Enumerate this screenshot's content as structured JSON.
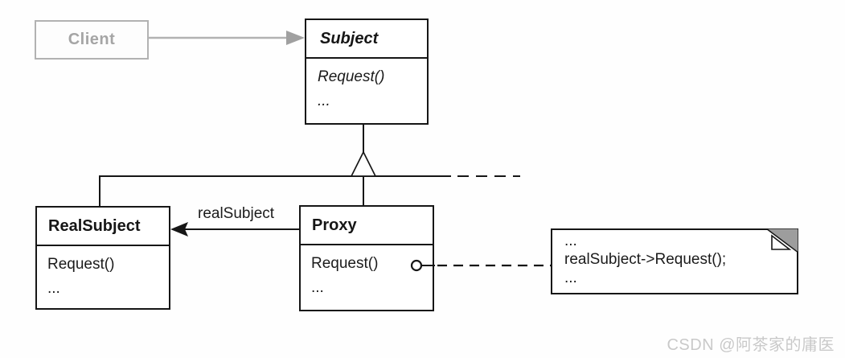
{
  "classes": {
    "client": {
      "name": "Client"
    },
    "subject": {
      "name": "Subject",
      "methods": [
        "Request()",
        "..."
      ]
    },
    "realsubject": {
      "name": "RealSubject",
      "methods": [
        "Request()",
        "..."
      ]
    },
    "proxy": {
      "name": "Proxy",
      "methods": [
        "Request()",
        "..."
      ]
    }
  },
  "relations": {
    "association_label": "realSubject"
  },
  "note": {
    "lines": [
      "...",
      "realSubject->Request();",
      "..."
    ]
  },
  "watermark": "CSDN @阿茶家的庸医",
  "colors": {
    "class_border": "#161616",
    "faded_gray": "#b2b2b2",
    "faded_text": "#a5a5a5",
    "note_fold_gray": "#9d9d9d",
    "watermark_gray": "#c9c9c9",
    "background": "#fefefe"
  }
}
